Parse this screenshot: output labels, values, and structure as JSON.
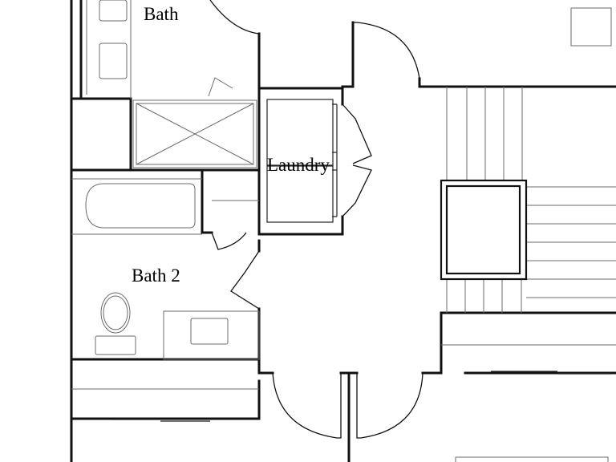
{
  "rooms": {
    "bath": "Bath",
    "laundry": "Laundry",
    "bath2": "Bath 2"
  },
  "colors": {
    "wall": "#111111",
    "fixture": "#6b6b6b",
    "background": "#ffffff"
  }
}
